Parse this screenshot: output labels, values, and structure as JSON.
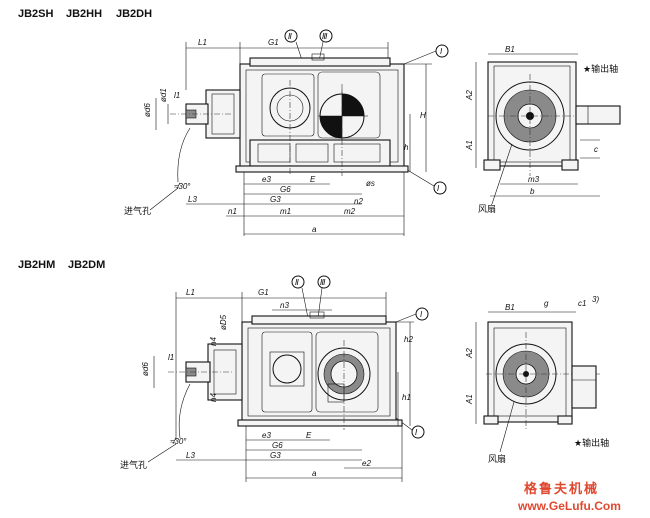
{
  "top": {
    "models": [
      "JB2SH",
      "JB2HH",
      "JB2DH"
    ],
    "labels": {
      "L1": "L1",
      "G1": "G1",
      "d1": "ød1",
      "d6": "ød6",
      "l1": "l1",
      "H": "H",
      "h": "h",
      "e3": "e3",
      "E": "E",
      "G6": "G6",
      "L3": "L3",
      "G3": "G3",
      "n1": "n1",
      "m1": "m1",
      "m2": "m2",
      "n2": "n2",
      "a": "a",
      "s": "øs",
      "angle": "≉30°",
      "B1": "B1",
      "A2": "A2",
      "A1": "A1",
      "c": "c",
      "m3": "m3",
      "b": "b"
    },
    "air_inlet": "进气孔",
    "fan": "风扇",
    "output_shaft": "★输出轴"
  },
  "bottom": {
    "models": [
      "JB2HM",
      "JB2DM"
    ],
    "labels": {
      "L1": "L1",
      "G1": "G1",
      "n3": "n3",
      "d5": "øD5",
      "d6": "ød6",
      "l1": "l1",
      "n4": "n4",
      "h2": "h2",
      "h1": "h1",
      "e3": "e3",
      "E": "E",
      "G6": "G6",
      "L3": "L3",
      "G3": "G3",
      "e2": "e2",
      "a": "a",
      "angle": "≉30°",
      "B1": "B1",
      "g": "g",
      "c1": "c1",
      "A2": "A2",
      "A1": "A1",
      "note": "3)"
    },
    "air_inlet": "进气孔",
    "fan": "风扇",
    "output_shaft": "★输出轴"
  },
  "callouts": [
    "I",
    "Ⅰ",
    "Ⅱ",
    "Ⅲ"
  ],
  "watermark": {
    "cn": "格鲁夫机械",
    "url": "www.GeLufu.Com"
  },
  "colors": {
    "line": "#111111",
    "watermark": "#e0492f",
    "fan_fill": "#8a8a8a"
  }
}
